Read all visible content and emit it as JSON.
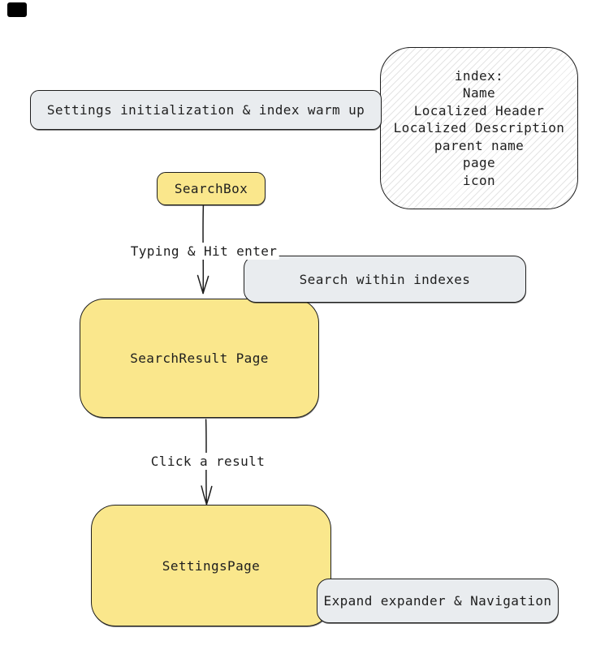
{
  "diagram": {
    "title_hint": "settings search flow",
    "colors": {
      "node_fill_yellow": "#fae78c",
      "note_fill_gray": "#e9ecef",
      "stroke": "#1e1e1e",
      "hatch_line": "#a6a6a6",
      "marker_fill": "#000000",
      "background": "#ffffff"
    },
    "nodes": {
      "init_note": {
        "label": "Settings initialization & index warm up"
      },
      "index_note": {
        "lines": [
          "index:",
          "Name",
          "Localized Header",
          "Localized Description",
          "parent name",
          "page",
          "icon"
        ]
      },
      "search_box": {
        "label": "SearchBox"
      },
      "search_within_note": {
        "label": "Search within indexes"
      },
      "search_result": {
        "label": "SearchResult Page"
      },
      "settings_page": {
        "label": "SettingsPage"
      },
      "expand_note": {
        "label": "Expand expander & Navigation"
      }
    },
    "edges": {
      "typing": {
        "label": "Typing & Hit enter"
      },
      "click": {
        "label": "Click a result"
      }
    }
  }
}
